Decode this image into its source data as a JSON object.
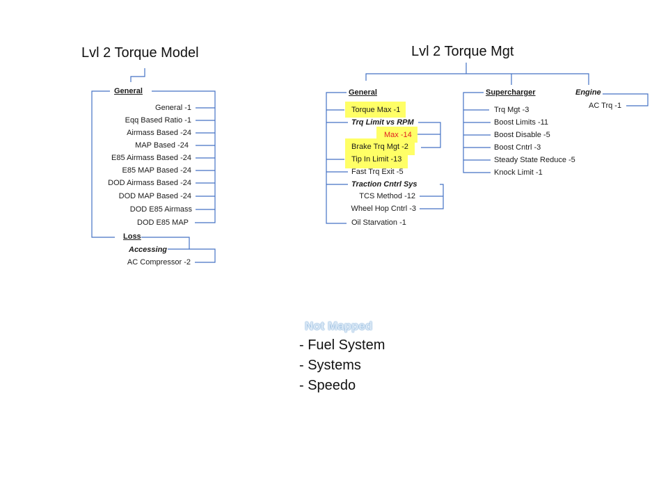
{
  "model": {
    "title": "Lvl 2 Torque Model",
    "general_header": "General",
    "items": [
      "General -1",
      "Eqq Based Ratio -1",
      "Airmass Based -24",
      "MAP Based -24",
      "E85 Airmass Based -24",
      "E85 MAP Based -24",
      "DOD Airmass Based -24",
      "DOD MAP Based -24",
      "DOD E85 Airmass",
      "DOD E85 MAP"
    ],
    "loss_header": "Loss",
    "accessing_header": "Accessing",
    "accessing_items": [
      "AC Compressor -2"
    ]
  },
  "mgt": {
    "title": "Lvl 2 Torque Mgt",
    "general": {
      "header": "General",
      "torque_max": "Torque Max -1",
      "trq_limit_vs_rpm": "Trq Limit vs RPM",
      "max": "Max -14",
      "brake_trq_mgt": "Brake Trq Mgt -2",
      "tip_in_limit": "Tip In Limit -13",
      "fast_trq_exit": "Fast Trq Exit -5",
      "traction_cntrl_sys": "Traction Cntrl Sys",
      "tcs_method": "TCS Method -12",
      "wheel_hop_cntrl": "Wheel Hop Cntrl -3",
      "oil_starvation": "Oil Starvation -1"
    },
    "supercharger": {
      "header": "Supercharger",
      "items": [
        "Trq Mgt -3",
        "Boost Limits -11",
        "Boost Disable -5",
        "Boost Cntrl -3",
        "Steady State Reduce -5",
        "Knock Limit -1"
      ]
    },
    "engine": {
      "header": "Engine",
      "items": [
        "AC Trq -1"
      ]
    }
  },
  "not_mapped": {
    "label": "Not Mapped",
    "items": [
      "- Fuel System",
      "- Systems",
      "- Speedo"
    ]
  },
  "colors": {
    "connector": "#4472c4",
    "highlight": "#ffff66",
    "emphasis": "#e02020"
  }
}
